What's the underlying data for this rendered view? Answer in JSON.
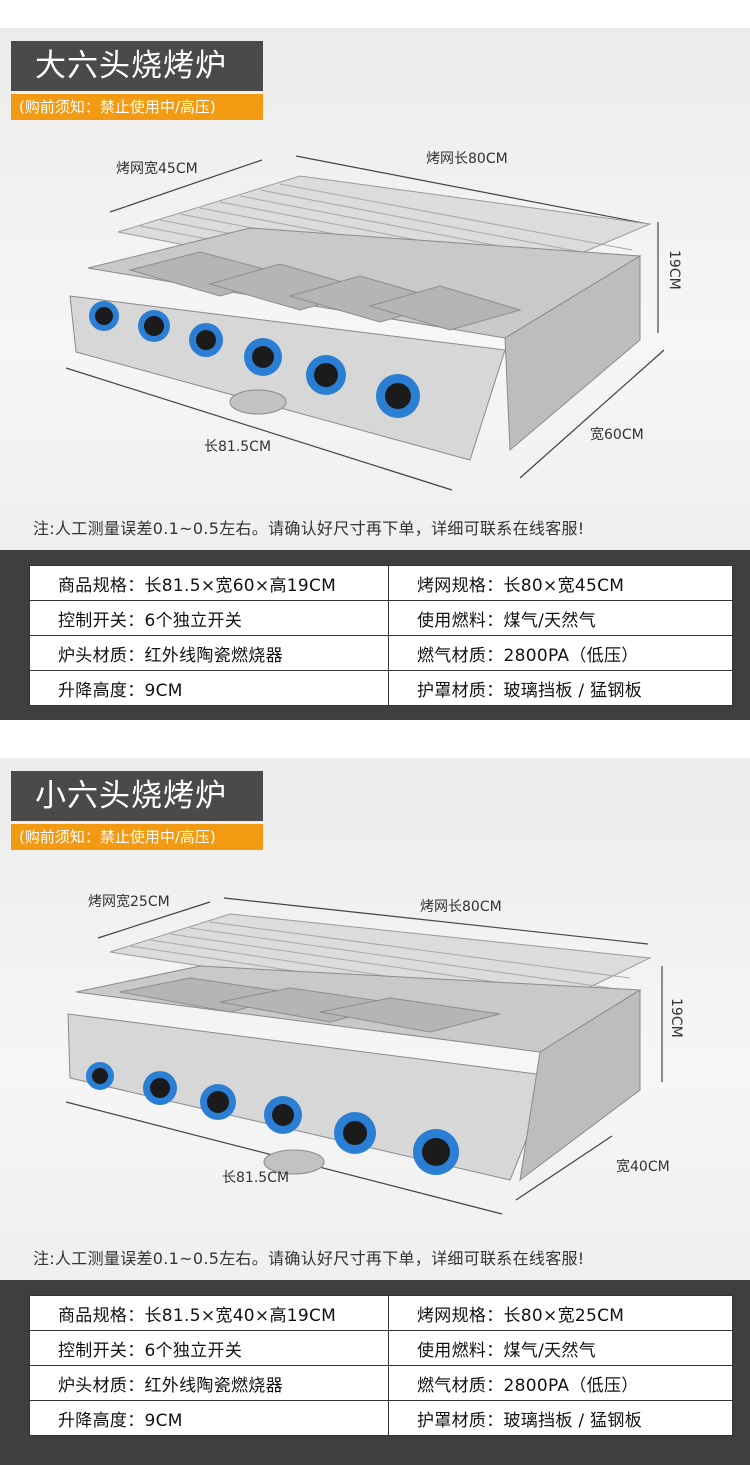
{
  "products": [
    {
      "title": "大六头烧烤炉",
      "notice": "(购前须知：禁止使用中/高压)",
      "dims": {
        "grill_width": "烤网宽45CM",
        "grill_length": "烤网长80CM",
        "height": "19CM",
        "length": "长81.5CM",
        "width": "宽60CM"
      },
      "note": "注:人工测量误差0.1~0.5左右。请确认好尺寸再下单，详细可联系在线客服!",
      "specs": [
        [
          "商品规格：长81.5×宽60×高19CM",
          "烤网规格：长80×宽45CM"
        ],
        [
          "控制开关：6个独立开关",
          "使用燃料：煤气/天然气"
        ],
        [
          "炉头材质：红外线陶瓷燃烧器",
          "燃气材质：2800PA（低压）"
        ],
        [
          "升降高度：9CM",
          "护罩材质：玻璃挡板 / 猛钢板"
        ]
      ]
    },
    {
      "title": "小六头烧烤炉",
      "notice": "(购前须知：禁止使用中/高压)",
      "dims": {
        "grill_width": "烤网宽25CM",
        "grill_length": "烤网长80CM",
        "height": "19CM",
        "length": "长81.5CM",
        "width": "宽40CM"
      },
      "note": "注:人工测量误差0.1~0.5左右。请确认好尺寸再下单，详细可联系在线客服!",
      "specs": [
        [
          "商品规格：长81.5×宽40×高19CM",
          "烤网规格：长80×宽25CM"
        ],
        [
          "控制开关：6个独立开关",
          "使用燃料：煤气/天然气"
        ],
        [
          "炉头材质：红外线陶瓷燃烧器",
          "燃气材质：2800PA（低压）"
        ],
        [
          "升降高度：9CM",
          "护罩材质：玻璃挡板 / 猛钢板"
        ]
      ]
    }
  ],
  "colors": {
    "title_bg": "#4a4a4a",
    "notice_bg": "#f29a11",
    "spec_band": "#3f3f3f",
    "knob_ring": "#2a7fd4"
  }
}
